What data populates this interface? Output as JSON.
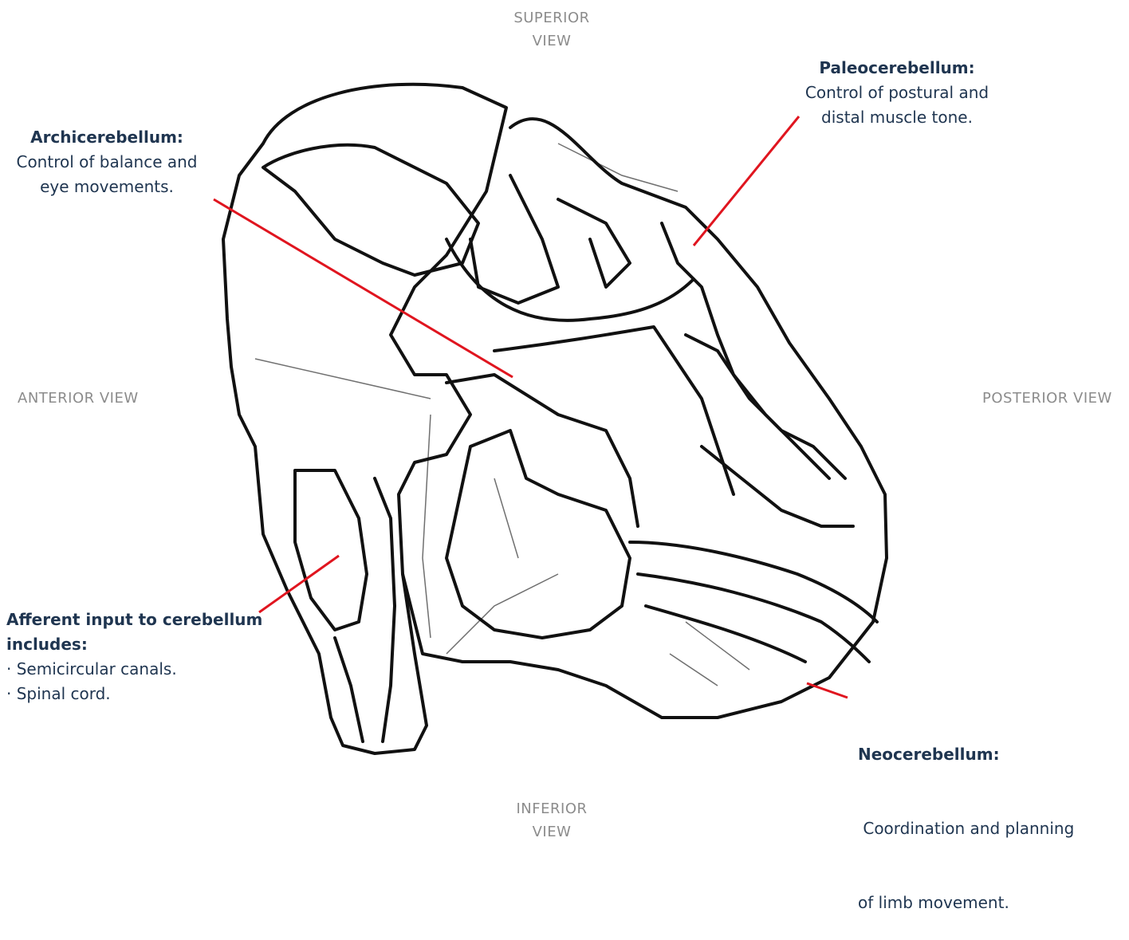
{
  "views": {
    "superior": [
      "SUPERIOR",
      "VIEW"
    ],
    "inferior": [
      "INFERIOR",
      "VIEW"
    ],
    "anterior": "ANTERIOR VIEW",
    "posterior": "POSTERIOR VIEW"
  },
  "callouts": {
    "archi": {
      "title": "Archicerebellum",
      "colon": ":",
      "desc": [
        "Control of balance and",
        "eye movements."
      ]
    },
    "paleo": {
      "title": "Paleocerebellum",
      "colon": ":",
      "desc": [
        "Control of postural and",
        "distal muscle tone."
      ]
    },
    "afferent": {
      "title": [
        "Afferent input to cerebellum",
        "includes:"
      ],
      "items": [
        "· Semicircular canals.",
        "· Spinal cord."
      ]
    },
    "neo": {
      "title": "Neocerebellum",
      "colon": ":",
      "desc": [
        " Coordination and planning",
        "of limb movement."
      ]
    }
  },
  "colors": {
    "leader_line": "#e0151f",
    "text": "#1f3550",
    "view_label": "#8c8c8c",
    "outline": "#111111"
  }
}
